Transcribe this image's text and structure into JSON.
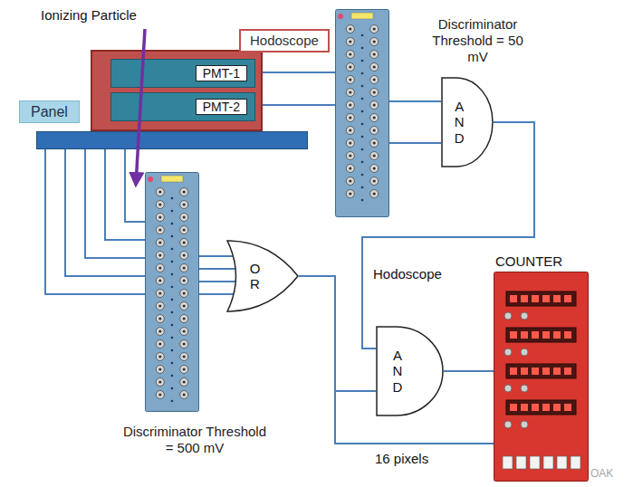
{
  "diagram": {
    "nodes": [
      {
        "text": [
          "Hodoscope"
        ]
      },
      {
        "text": [
          "PMT-1"
        ],
        "in": 0
      },
      {
        "text": [
          "PMT-2"
        ],
        "in": 0
      },
      {
        "text": [
          "Panel"
        ]
      },
      {
        "text": [
          "Discriminator Threshold = 50 mV"
        ]
      },
      {
        "text": [
          "A N D"
        ]
      },
      {
        "text": [
          "Discriminator Threshold = 500 mV"
        ]
      },
      {
        "text": [
          "O R"
        ]
      },
      {
        "text": [
          "A N D"
        ]
      },
      {
        "text": [
          "COUNTER"
        ]
      }
    ],
    "edges": [
      {
        "from": 1,
        "to": 4,
        "arrow": "none"
      },
      {
        "from": 2,
        "to": 4,
        "arrow": "none"
      },
      {
        "from": 4,
        "to": 5,
        "arrow": "none"
      },
      {
        "from": 4,
        "to": 5,
        "arrow": "none"
      },
      {
        "from": 5,
        "to": 8,
        "label": "Hodoscope",
        "arrow": "none"
      },
      {
        "from": 3,
        "to": 6,
        "arrow": "none"
      },
      {
        "from": 3,
        "to": 6,
        "arrow": "none"
      },
      {
        "from": 3,
        "to": 6,
        "arrow": "none"
      },
      {
        "from": 3,
        "to": 6,
        "arrow": "none"
      },
      {
        "from": 3,
        "to": 6,
        "arrow": "none"
      },
      {
        "from": 6,
        "to": 7,
        "arrow": "none"
      },
      {
        "from": 6,
        "to": 7,
        "arrow": "none"
      },
      {
        "from": 6,
        "to": 7,
        "arrow": "none"
      },
      {
        "from": 6,
        "to": 7,
        "arrow": "none"
      },
      {
        "from": 7,
        "to": 8,
        "arrow": "none"
      },
      {
        "from": 7,
        "to": 9,
        "label": "16 pixels",
        "arrow": "none"
      },
      {
        "from": 8,
        "to": 9,
        "arrow": "none"
      }
    ],
    "labels": [
      "Ionizing Particle",
      "OAK"
    ]
  }
}
